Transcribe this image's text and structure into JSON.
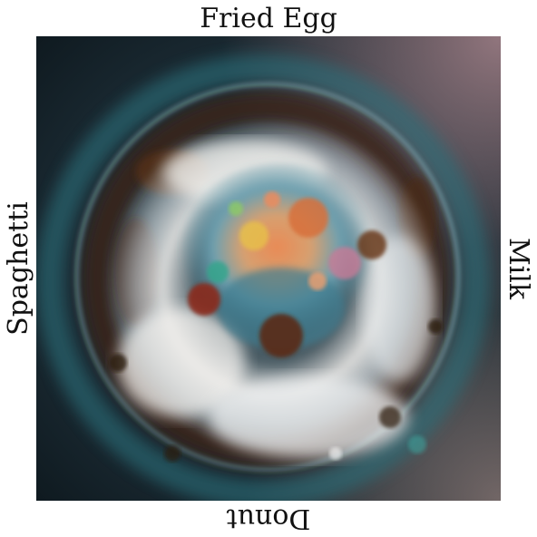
{
  "labels": {
    "top": "Fried Egg",
    "bottom": "Donut",
    "left": "Spaghetti",
    "right": "Milk"
  },
  "image": {
    "description_icon": "abstract-food-image",
    "palette": {
      "background_dark": "#1b2a33",
      "teal_glow": "#2c6f7a",
      "brown_ring": "#3a2214",
      "white_highlight": "#f3f1ee",
      "orange_center": "#d8703a",
      "pink_tint": "#c87a96",
      "mauve_corner": "#8a6a72"
    }
  }
}
